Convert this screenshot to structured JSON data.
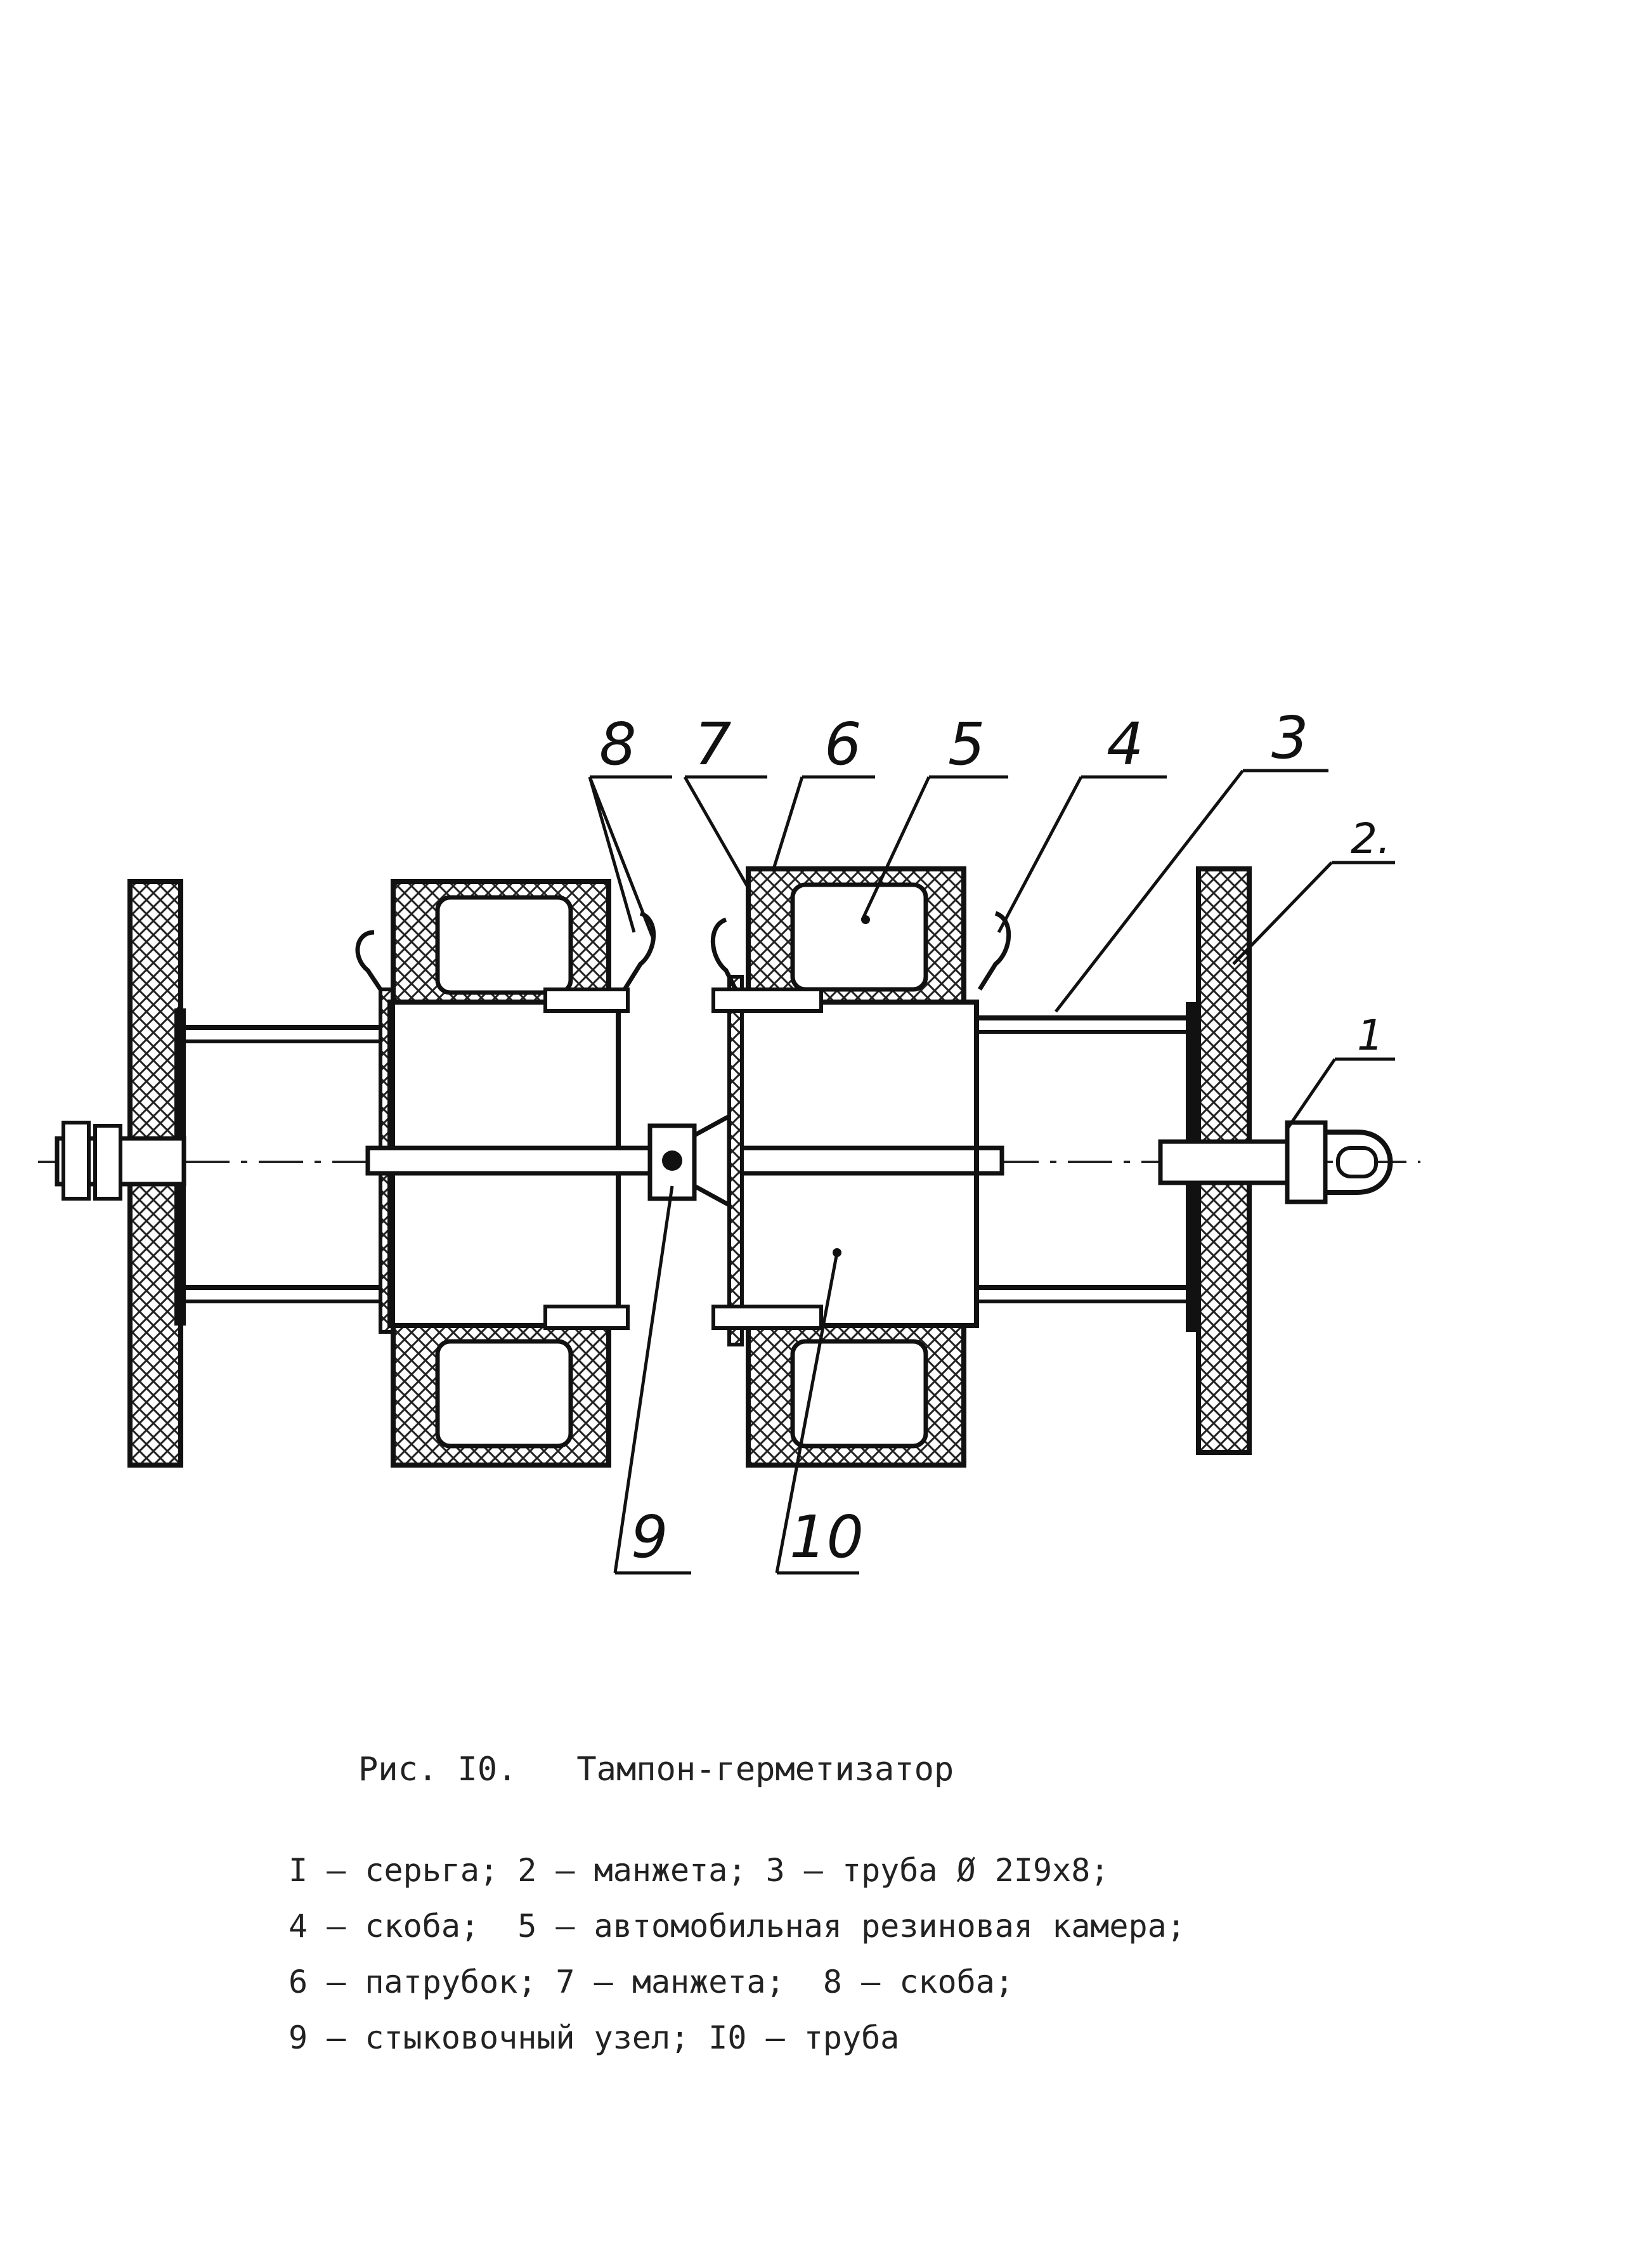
{
  "figure": {
    "callouts": [
      "1",
      "2.",
      "3",
      "4",
      "5",
      "6",
      "7",
      "8",
      "9",
      "10"
    ]
  },
  "caption": {
    "number": "Рис. I0.",
    "title": "Тампон-герметизатор"
  },
  "legend": {
    "lines": [
      "I – серьга; 2 – манжета; 3 – труба Ø 2I9x8;",
      "4 – скоба;  5 – автомобильная резиновая камера;",
      "6 – патрубок; 7 – манжета;  8 – скоба;",
      "9 – стыковочный узел; I0 – труба"
    ]
  }
}
